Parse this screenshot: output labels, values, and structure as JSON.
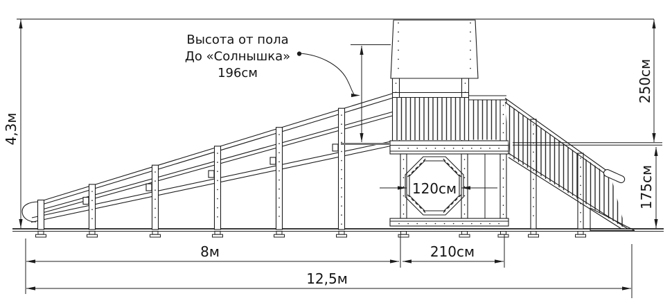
{
  "page": {
    "background": "#ffffff",
    "ink": "#1c1c1c"
  },
  "annotation": {
    "line1": "Высота от пола",
    "line2": "До «Солнышка»",
    "line3": "196см"
  },
  "dimensions": {
    "overall_height": "4,3м",
    "roof_to_platform": "250см",
    "platform_to_ground": "175см",
    "opening_width": "120см",
    "slide_run_length": "8м",
    "tower_base_width": "210см",
    "overall_length": "12,5м"
  }
}
